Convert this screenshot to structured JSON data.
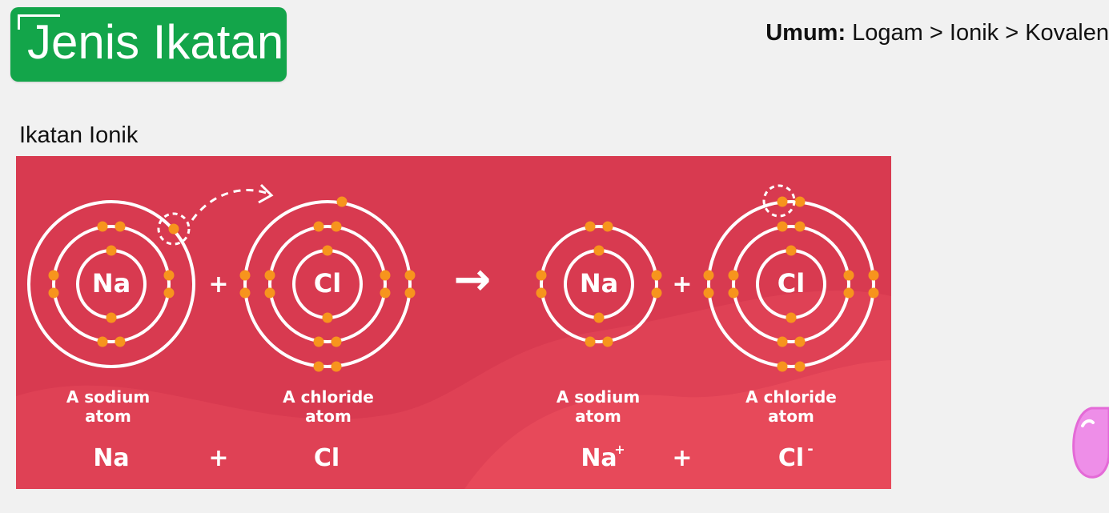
{
  "header": {
    "title": "Jenis Ikatan",
    "order_label": "Umum:",
    "order_value": "Logam > Ionik > Kovalen"
  },
  "section": {
    "subtitle": "Ikatan Ionik"
  },
  "diagram": {
    "background_color": "#d83a50",
    "electron_color": "#f7941d",
    "atoms": [
      {
        "symbol": "Na",
        "caption_line1": "A sodium",
        "caption_line2": "atom",
        "bottom_label": "Na"
      },
      {
        "symbol": "Cl",
        "caption_line1": "A chloride",
        "caption_line2": "atom",
        "bottom_label": "Cl"
      },
      {
        "symbol": "Na",
        "caption_line1": "A sodium",
        "caption_line2": "atom",
        "bottom_label": "Na",
        "charge": "+"
      },
      {
        "symbol": "Cl",
        "caption_line1": "A chloride",
        "caption_line2": "atom",
        "bottom_label": "Cl",
        "charge": "-"
      }
    ],
    "operators": {
      "plus": "+",
      "arrow": "→"
    }
  }
}
